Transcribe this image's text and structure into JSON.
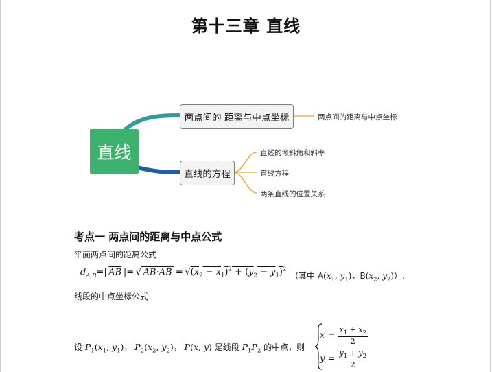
{
  "title": "第十三章  直线",
  "mindmap": {
    "root": "直线",
    "branches": [
      {
        "label": "两点间的 距离与中点坐标",
        "children": [
          "两点间的距离与中点坐标"
        ]
      },
      {
        "label": "直线的方程",
        "children": [
          "直线的倾斜角和斜率",
          "直线方程",
          "两条直线的位置关系"
        ]
      }
    ],
    "colors": {
      "root": "#3db26f",
      "branch1_line": "#2f9aa0",
      "branch2_line": "#1f5fa8",
      "leaf_line": "#f0a020"
    }
  },
  "section1": {
    "heading": "考点一  两点间的距离与中点公式",
    "distance_label": "平面两点间的距离公式",
    "distance_note_prefix": "（其中 A",
    "distance_note_mid": "，B",
    "distance_note_suffix": "）.",
    "midpoint_label": "线段的中点坐标公式",
    "midpoint_text_prefix": "设",
    "midpoint_text_sep": "，",
    "midpoint_text_mid": "是线段",
    "midpoint_text_suffix": "的中点，则"
  }
}
